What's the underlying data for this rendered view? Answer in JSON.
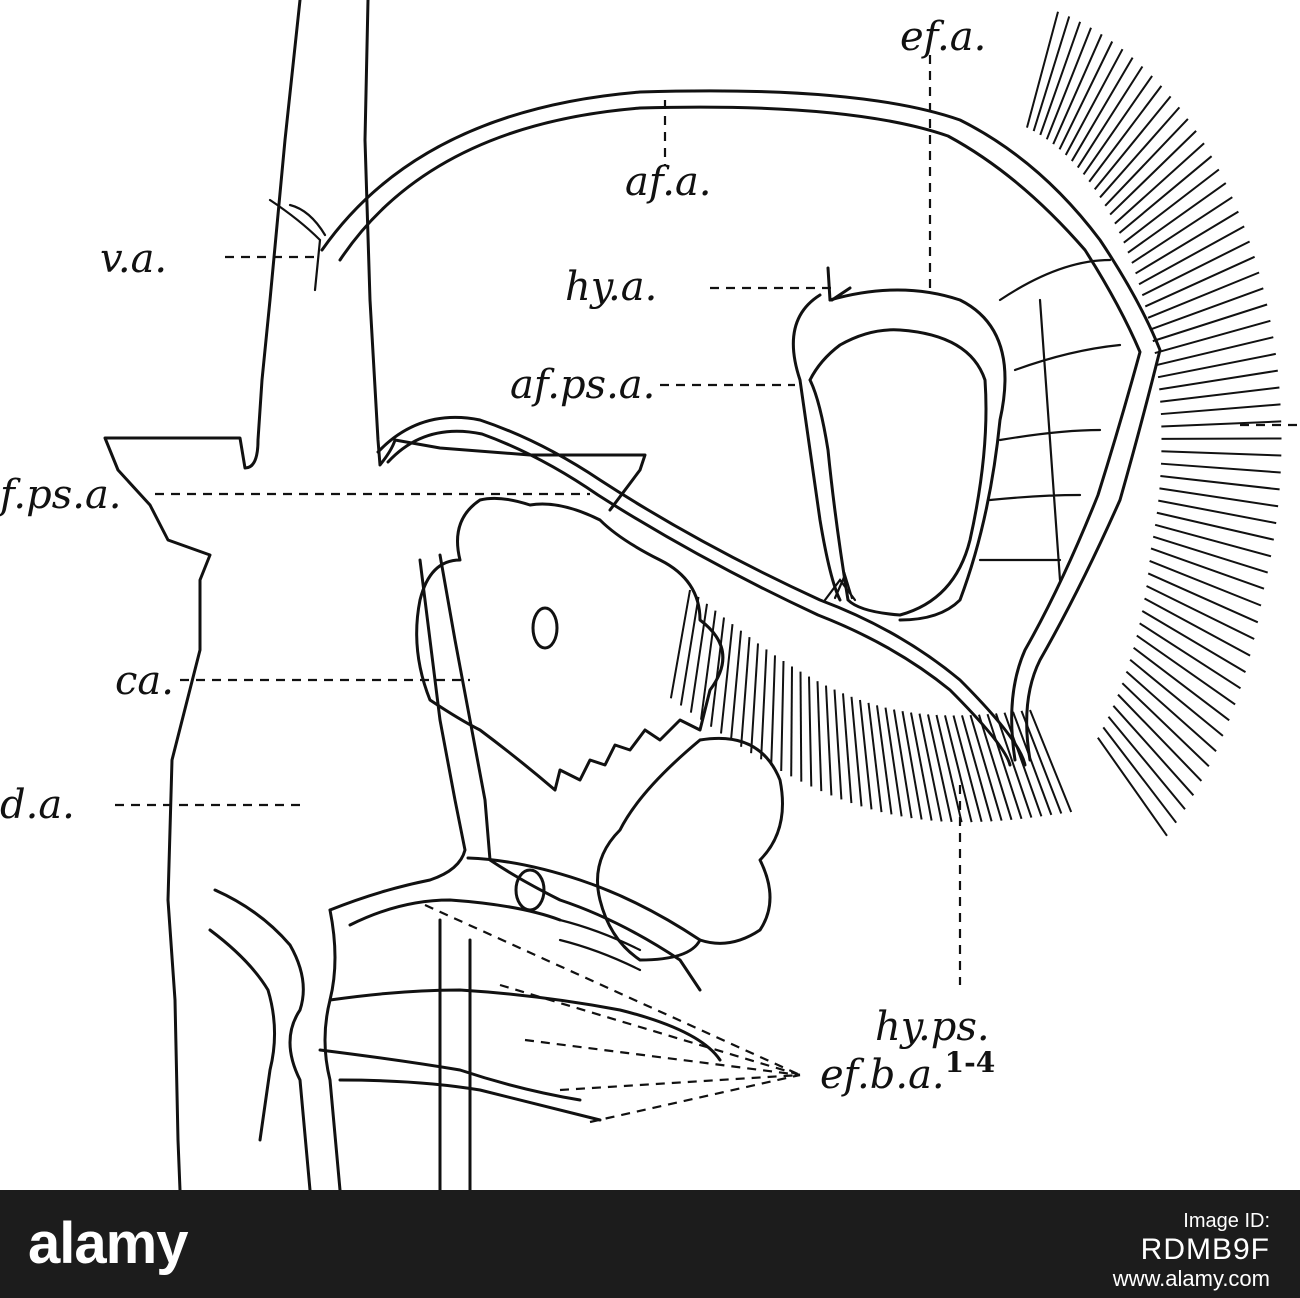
{
  "labels": {
    "ef_a": "ef.a.",
    "af_a": "af.a.",
    "v_a": "v.a.",
    "hy_a": "hy.a.",
    "af_ps_a": "af.ps.a.",
    "ef_ps_a": "f.ps.a.",
    "ca": "ca.",
    "d_a": "d.a.",
    "hy_ps": "hy.ps.",
    "ef_b_a": "ef.b.a.",
    "ef_b_a_sup": "1-4"
  },
  "footer": {
    "logo": "alamy",
    "image_id_label": "Image ID:",
    "image_id": "RDMB9F",
    "site": "www.alamy.com"
  },
  "colors": {
    "ink": "#111111",
    "paper": "#ffffff",
    "footer_bg": "#1c1c1c"
  }
}
